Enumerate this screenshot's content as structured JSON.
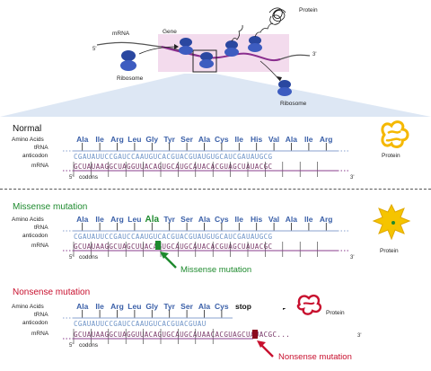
{
  "top": {
    "mrna_label": "mRNA",
    "gene_label": "Gene",
    "ribosome_label_left": "Ribosome",
    "ribosome_label_right": "Ribosome",
    "protein_label": "Protein",
    "five_prime": "5'",
    "three_prime": "3'"
  },
  "row_labels": {
    "amino_acids": "Amino Acids",
    "trna": "tRNA",
    "anticodon": "anticodon",
    "mrna": "mRNA",
    "codons": "codons",
    "five_prime": "5'",
    "three_prime": "3'"
  },
  "normal": {
    "title": "Normal",
    "amino_acids": [
      "Ala",
      "Ile",
      "Arg",
      "Leu",
      "Gly",
      "Tyr",
      "Ser",
      "Ala",
      "Cys",
      "Ile",
      "His",
      "Val",
      "Ala",
      "Ile",
      "Arg"
    ],
    "anticodon_seq": "CGAUAUUCCGAUCCAAUGUCACGUACGUAUGUGCAUCGAUAUGCG",
    "mrna_seq": "GCUAUAAGGCUAGGUUACAGUGCAUGCAUACACGUAGCUAUACGC",
    "protein_label": "Protein"
  },
  "missense": {
    "title": "Missense mutation",
    "amino_acids": [
      "Ala",
      "Ile",
      "Arg",
      "Leu",
      "Ala",
      "Tyr",
      "Ser",
      "Ala",
      "Cys",
      "Ile",
      "His",
      "Val",
      "Ala",
      "Ile",
      "Arg"
    ],
    "anticodon_seq": "CGAUAUUCCGAUCCAAUGUCACGUACGUAUGUGCAUCGAUAUGCG",
    "mrna_seq": "GCUAUAAGGCUAGCUUACAGUGCAUGCAUACACGUAGCUAUACGC",
    "mutated_base": "C",
    "callout": "Missense mutation",
    "protein_label": "Protein"
  },
  "nonsense": {
    "title": "Nonsense mutation",
    "amino_acids": [
      "Ala",
      "Ile",
      "Arg",
      "Leu",
      "Gly",
      "Tyr",
      "Ser",
      "Ala",
      "Cys"
    ],
    "stop_label": "stop",
    "anticodon_seq": "CGAUAUUCCGAUCCAAUGUCACGUACGUAU",
    "mrna_seq": "GCUAUAAGGCUAGGUUACAGUGCAUGCAUAACACGUAGCUAUACGC...",
    "mutated_base": "A",
    "callout": "Nonsense mutation",
    "protein_label": "Protein"
  },
  "colors": {
    "amino_acid_blue": "#3a5fa8",
    "missense_green": "#1e8a2e",
    "nonsense_red": "#c8102e",
    "protein_yellow": "#f5b800",
    "ribosome_blue": "#2a47a0",
    "mrna_purple": "#7a2d7e"
  }
}
